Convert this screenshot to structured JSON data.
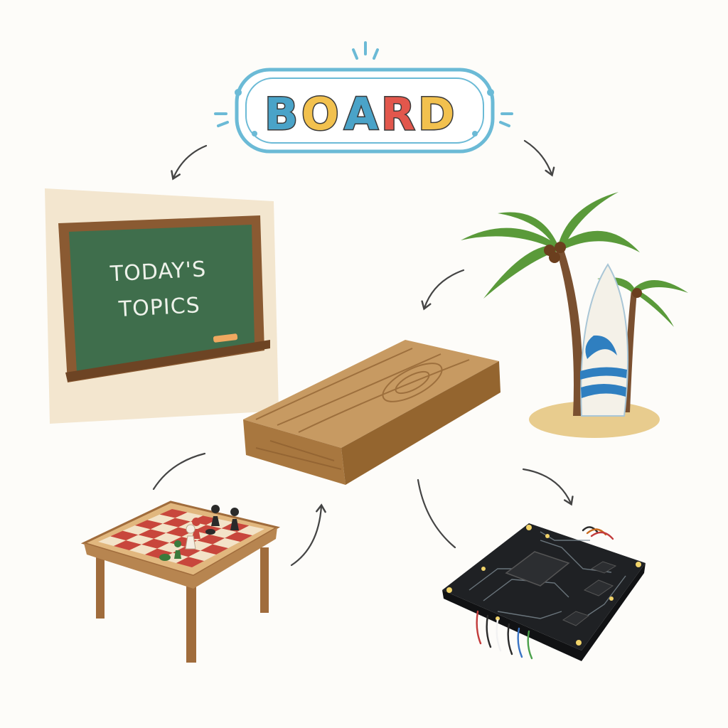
{
  "title": {
    "text": "BOARD",
    "letters": [
      {
        "char": "B",
        "color": "#4aa3c8"
      },
      {
        "char": "O",
        "color": "#f2c14e"
      },
      {
        "char": "A",
        "color": "#4aa3c8"
      },
      {
        "char": "R",
        "color": "#e2574c"
      },
      {
        "char": "D",
        "color": "#f2c14e"
      }
    ],
    "frame_color": "#6bbad6"
  },
  "chalkboard": {
    "line1": "TODAY'S",
    "line2": "TOPICS",
    "board_color": "#3f6e4c",
    "frame_color": "#8a5a32"
  },
  "items": [
    {
      "name": "chalkboard",
      "icon": "chalkboard-icon"
    },
    {
      "name": "surfboard",
      "icon": "surfboard-palm-icon"
    },
    {
      "name": "wooden-plank",
      "icon": "wooden-plank-icon"
    },
    {
      "name": "chess-board",
      "icon": "chess-table-icon"
    },
    {
      "name": "circuit-board",
      "icon": "circuit-board-icon"
    }
  ],
  "colors": {
    "arrow": "#444444",
    "wood": "#b98a56",
    "checker_red": "#c8463c",
    "checker_light": "#f3e3c8",
    "pcb": "#1f2124",
    "palm_leaf": "#5a9a3a",
    "sand": "#e8cc8e"
  }
}
